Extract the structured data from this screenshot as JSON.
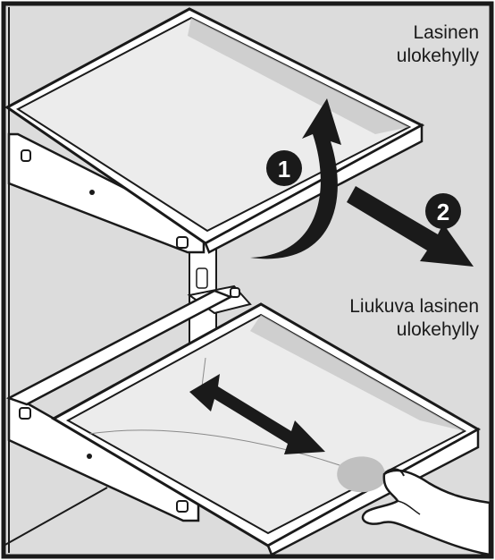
{
  "labels": {
    "top": {
      "line1": "Lasinen",
      "line2": "ulokehylly"
    },
    "bottom": {
      "line1": "Liukuva lasinen",
      "line2": "ulokehylly"
    }
  },
  "steps": [
    {
      "number": "1"
    },
    {
      "number": "2"
    }
  ],
  "colors": {
    "background": "#dcdcdc",
    "frame": "#1a1a1a",
    "glass": "#ececec",
    "shelf_white": "#ffffff",
    "arrow": "#1a1a1a"
  }
}
